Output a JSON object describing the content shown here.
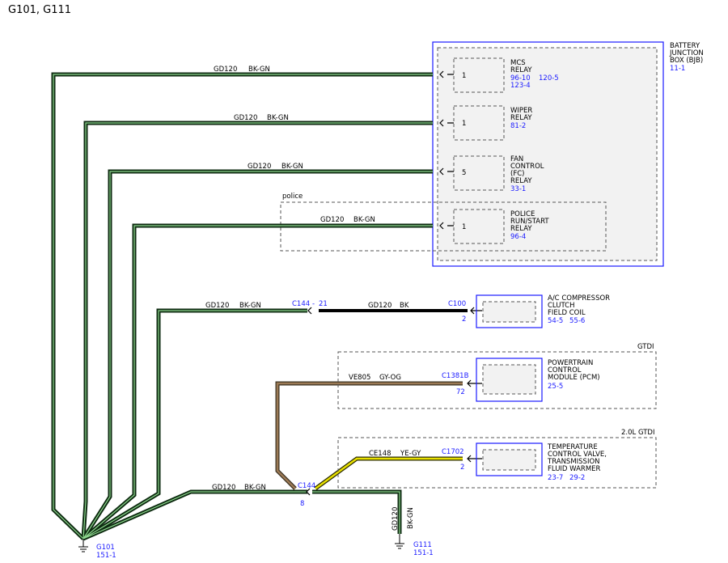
{
  "title": "G101, G111",
  "colors": {
    "blue": "#1a1aff",
    "wire_dark": "#0d2a10",
    "wire_green": "#8fd88f",
    "wire_brown": "#9b7a55",
    "wire_yellow": "#e8e000"
  },
  "bjb": {
    "line1": "BATTERY",
    "line2": "JUNCTION",
    "line3": "BOX (BJB)",
    "ref": "11-1"
  },
  "relays": {
    "mcs": {
      "pin": "1",
      "l1": "MCS",
      "l2": "RELAY",
      "ref1a": "96-10",
      "ref1b": "120-5",
      "ref2": "123-4"
    },
    "wiper": {
      "pin": "1",
      "l1": "WIPER",
      "l2": "RELAY",
      "ref": "81-2"
    },
    "fan": {
      "pin": "5",
      "l1": "FAN",
      "l2": "CONTROL",
      "l3": "(FC)",
      "l4": "RELAY",
      "ref": "33-1"
    },
    "police": {
      "tag": "police",
      "pin": "1",
      "l1": "POLICE",
      "l2": "RUN/START",
      "l3": "RELAY",
      "ref": "96-4"
    }
  },
  "wires": {
    "w1": {
      "circuit": "GD120",
      "color": "BK-GN"
    },
    "w2": {
      "circuit": "GD120",
      "color": "BK-GN"
    },
    "w3": {
      "circuit": "GD120",
      "color": "BK-GN"
    },
    "w4": {
      "circuit": "GD120",
      "color": "BK-GN"
    },
    "w5": {
      "circuit": "GD120",
      "color": "BK-GN",
      "connector": "C144",
      "sep": "-",
      "pin": "21",
      "circuit2": "GD120",
      "color2": "BK"
    },
    "pcm": {
      "circuit": "VE805",
      "color": "GY-OG"
    },
    "tcv": {
      "circuit": "CE148",
      "color": "YE-GY"
    },
    "bottom": {
      "circuit": "GD120",
      "color": "BK-GN"
    },
    "vertical": {
      "circuit": "GD120",
      "color": "BK-GN"
    }
  },
  "ac": {
    "connector": "C100",
    "pin": "2",
    "l1": "A/C COMPRESSOR",
    "l2": "CLUTCH",
    "l3": "FIELD COIL",
    "ref1": "54-5",
    "ref2": "55-6"
  },
  "pcm": {
    "tag": "GTDI",
    "connector": "C1381B",
    "pin": "72",
    "l1": "POWERTRAIN",
    "l2": "CONTROL",
    "l3": "MODULE (PCM)",
    "ref": "25-5"
  },
  "tcv": {
    "tag": "2.0L GTDI",
    "connector": "C1702",
    "pin": "2",
    "l1": "TEMPERATURE",
    "l2": "CONTROL VALVE,",
    "l3": "TRANSMISSION",
    "l4": "FLUID WARMER",
    "ref1": "23-7",
    "ref2": "29-2"
  },
  "splice": {
    "connector": "C144",
    "pin": "8"
  },
  "g101": {
    "name": "G101",
    "ref": "151-1"
  },
  "g111": {
    "name": "G111",
    "ref": "151-1"
  }
}
